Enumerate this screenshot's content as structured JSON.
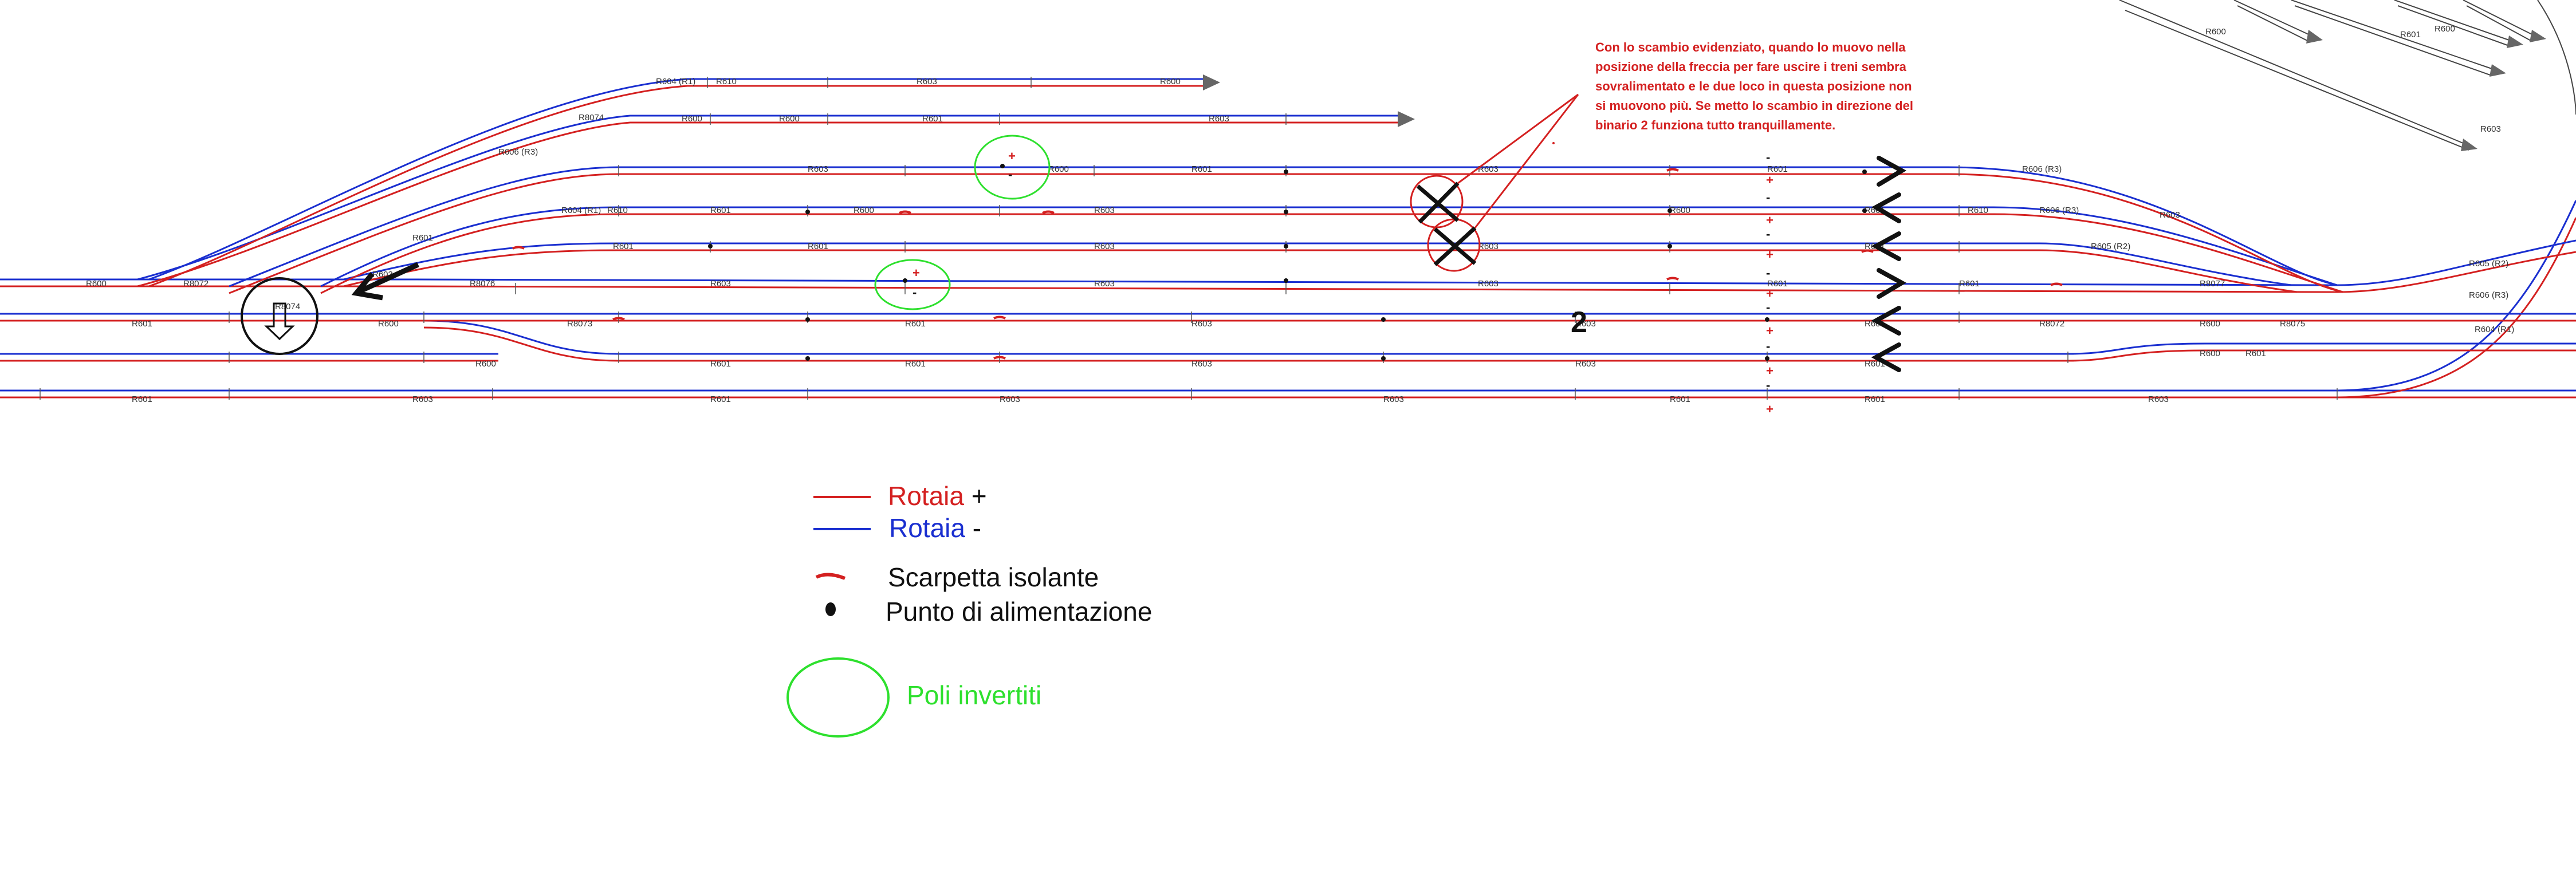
{
  "annotation": {
    "lines": [
      "Con lo scambio evidenziato, quando lo muovo nella",
      "posizione della freccia per fare uscire i treni sembra",
      "sovralimentato e le due loco in questa posizione non",
      "si muovono più. Se metto lo scambio in direzione del",
      "binario 2 funziona tutto tranquillamente."
    ]
  },
  "track_number": "2",
  "piece_codes": [
    "R600",
    "R601",
    "R603",
    "R610",
    "R8072",
    "R604 (R1)",
    "R606 (R3)",
    "R605 (R2)",
    "R8073",
    "R8076",
    "R8077",
    "R8075",
    "R8074"
  ],
  "polarity": {
    "plus": "+",
    "minus": "-"
  },
  "legend": {
    "rail_plus": {
      "label": "Rotaia",
      "sign": "+"
    },
    "rail_minus": {
      "label": "Rotaia",
      "sign": "-"
    },
    "insulator": "Scarpetta isolante",
    "feed": "Punto di alimentazione",
    "inverted": "Poli invertiti"
  },
  "colors": {
    "rail_plus": "#d42020",
    "rail_minus": "#1a2fd0",
    "inverted": "#2ee02e",
    "mark": "#111111"
  }
}
